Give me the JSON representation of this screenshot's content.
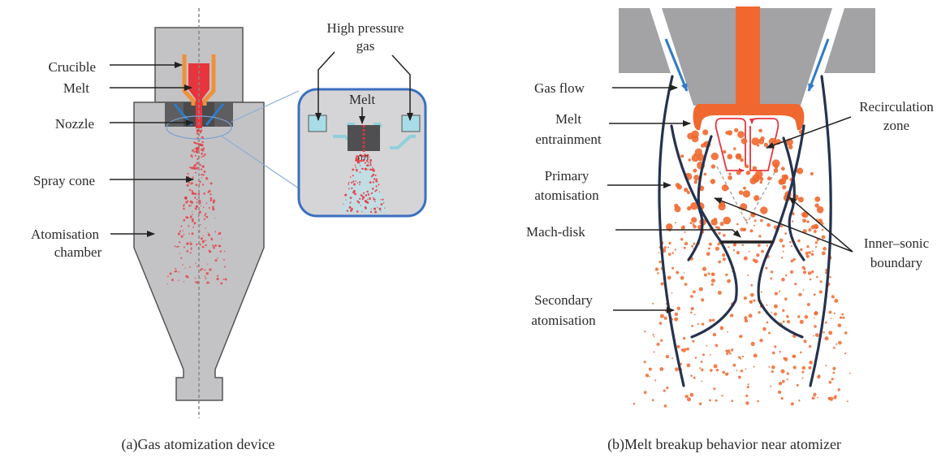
{
  "panel_a": {
    "caption": "(a)Gas atomization device",
    "labels": {
      "crucible": "Crucible",
      "melt": "Melt",
      "nozzle": "Nozzle",
      "spray_cone": "Spray cone",
      "chamber_line1": "Atomisation",
      "chamber_line2": "chamber"
    },
    "inset": {
      "gas_line1": "High pressure",
      "gas_line2": "gas",
      "melt": "Melt"
    }
  },
  "panel_b": {
    "caption": "(b)Melt breakup behavior near atomizer",
    "labels": {
      "gas_flow": "Gas flow",
      "melt_entrainment_line1": "Melt",
      "melt_entrainment_line2": "entrainment",
      "primary_line1": "Primary",
      "primary_line2": "atomisation",
      "mach_disk": "Mach-disk",
      "secondary_line1": "Secondary",
      "secondary_line2": "atomisation",
      "recirc_line1": "Recirculation",
      "recirc_line2": "zone",
      "inner_sonic_line1": "Inner–sonic",
      "inner_sonic_line2": "boundary"
    }
  },
  "colors": {
    "chamber_gray": "#c3c3c5",
    "nozzle_dark": "#5a5a5c",
    "melt_red": "#e8343c",
    "crucible_orange": "#f0903a",
    "gas_blue": "#2f7ac8",
    "inset_border": "#3a6fc0",
    "plume_orange": "#f0682f",
    "boundary_navy": "#25324f",
    "block_gray": "#a3a3a5"
  }
}
